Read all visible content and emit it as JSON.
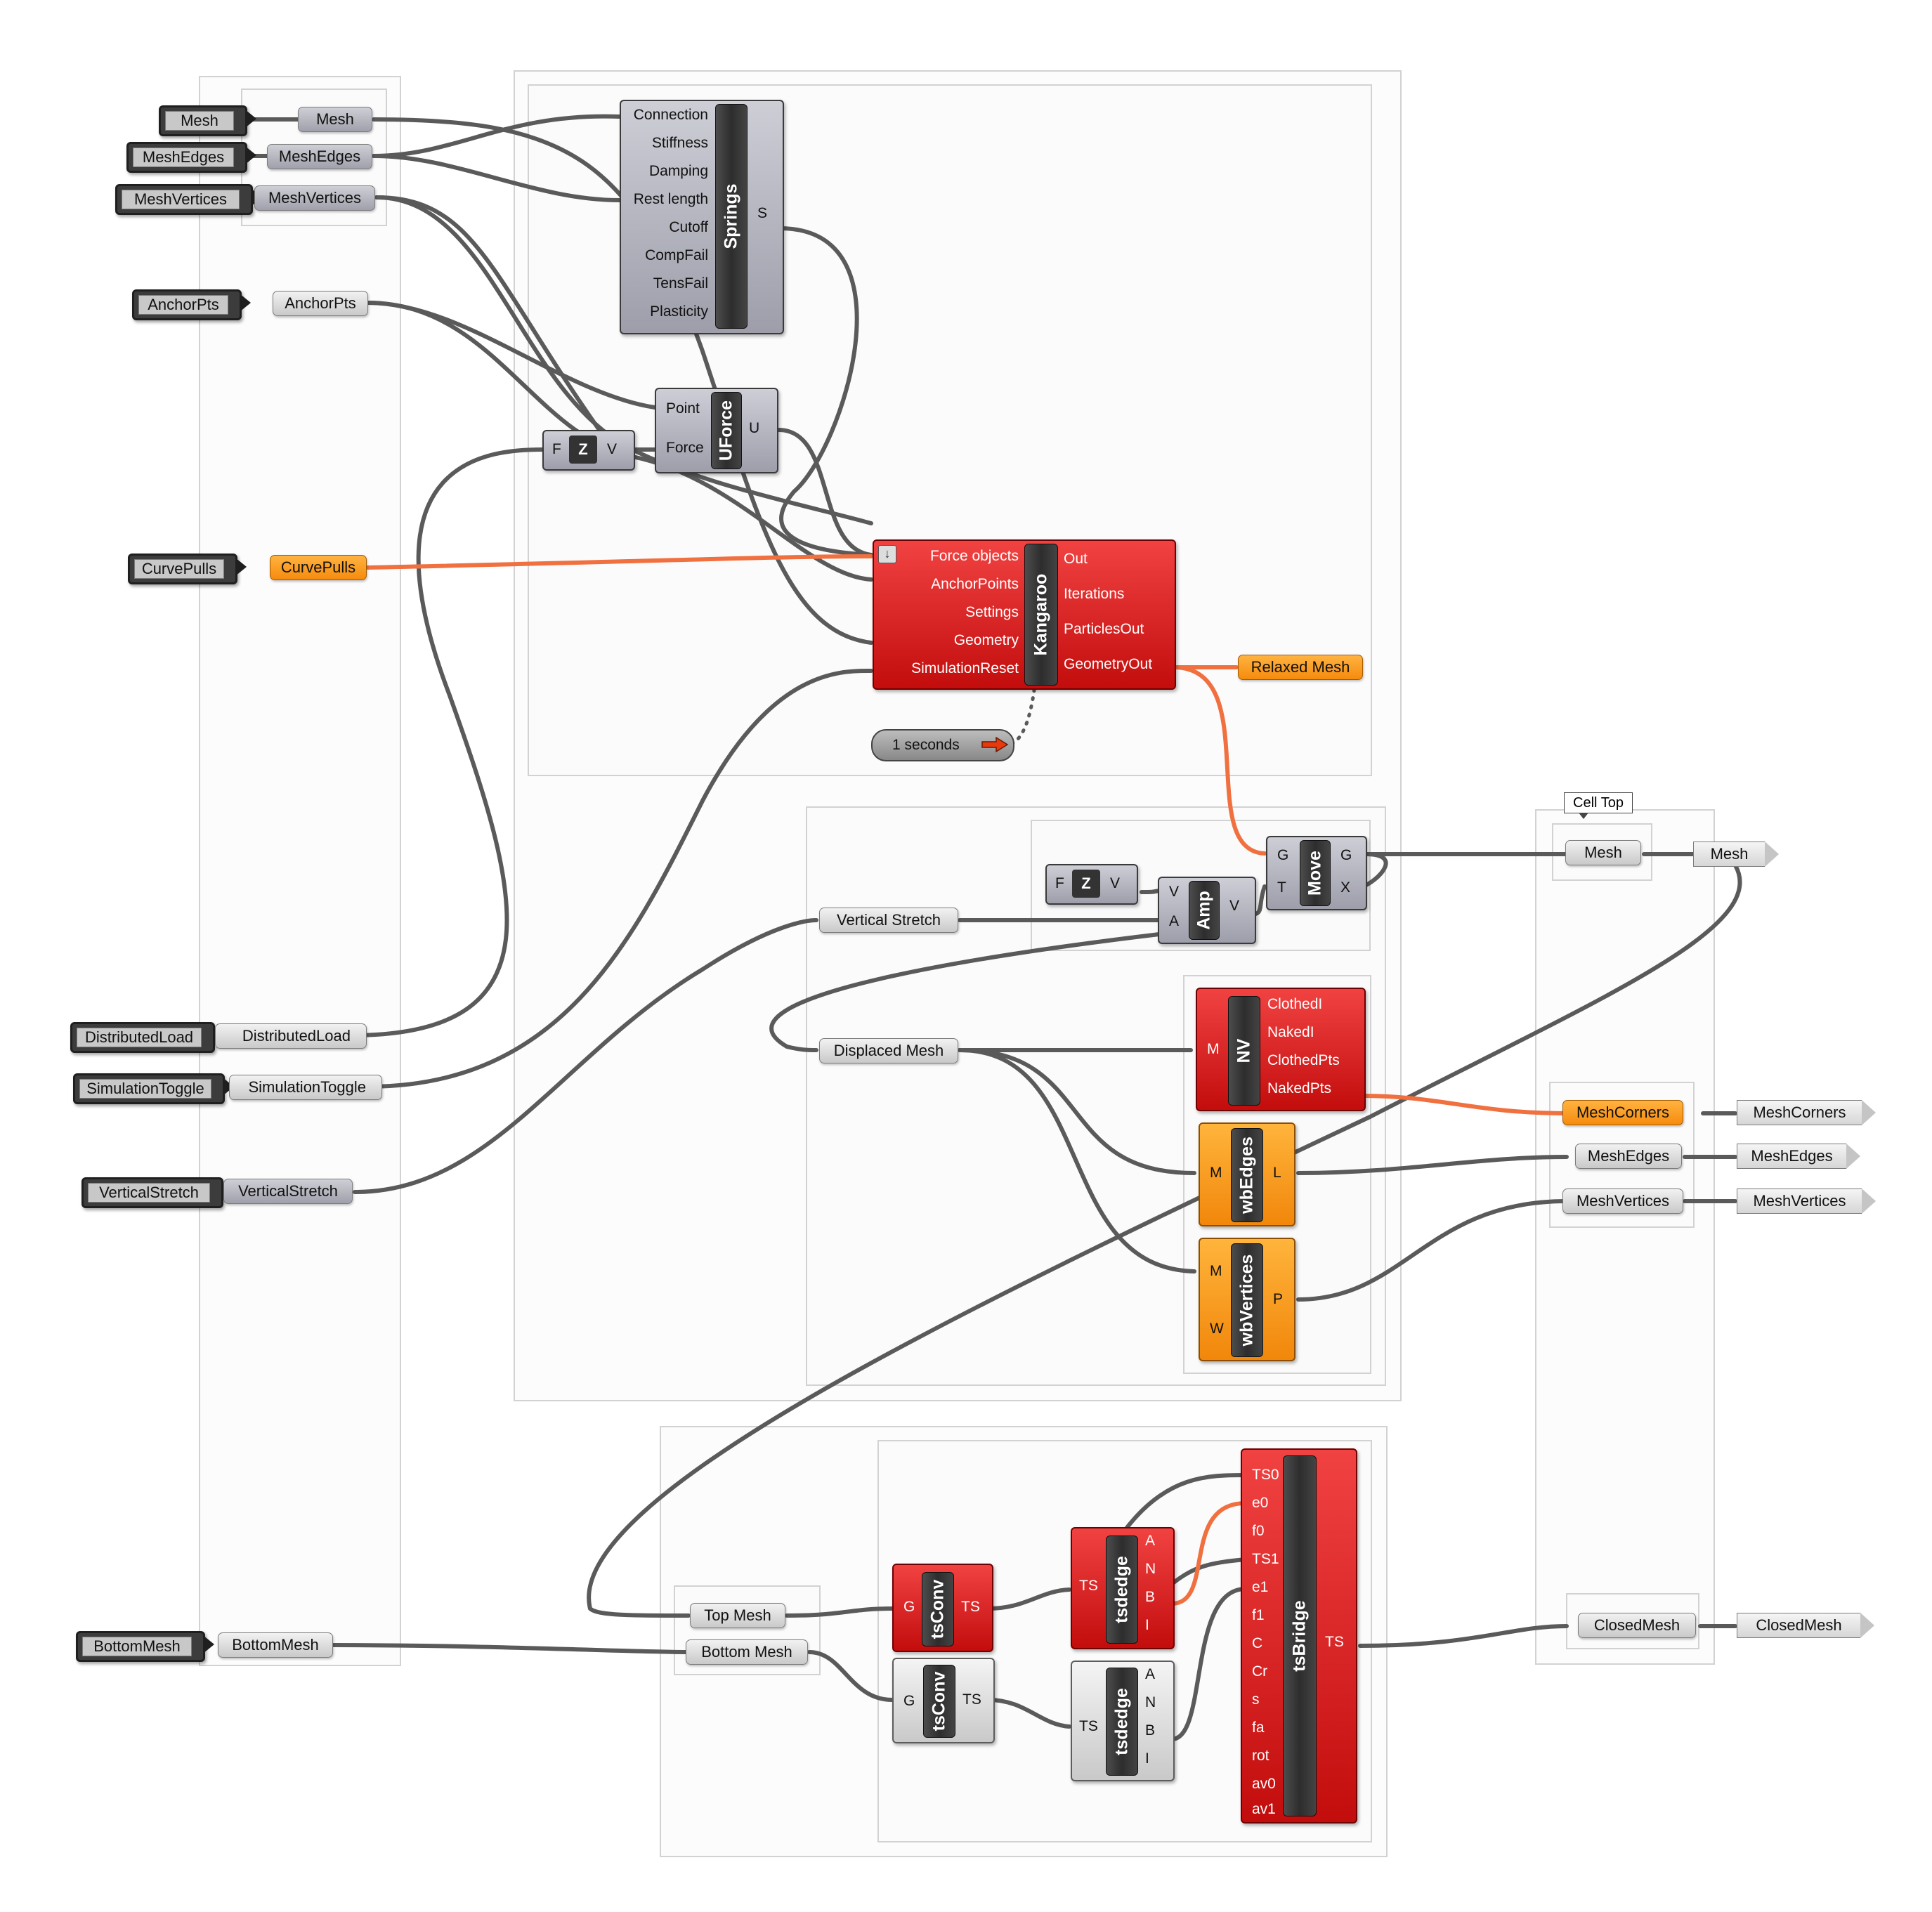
{
  "inputs": {
    "mesh": "Mesh",
    "mesh_edges": "MeshEdges",
    "mesh_vertices": "MeshVertices",
    "anchor_pts": "AnchorPts",
    "curve_pulls": "CurvePulls",
    "distributed_load": "DistributedLoad",
    "simulation_toggle": "SimulationToggle",
    "vertical_stretch": "VerticalStretch",
    "bottom_mesh": "BottomMesh"
  },
  "params": {
    "mesh": "Mesh",
    "mesh_edges": "MeshEdges",
    "mesh_vertices": "MeshVertices",
    "anchor_pts": "AnchorPts",
    "curve_pulls": "CurvePulls",
    "distributed_load": "DistributedLoad",
    "simulation_toggle": "SimulationToggle",
    "vertical_stretch": "VerticalStretch",
    "bottom_mesh": "BottomMesh",
    "relaxed_mesh": "Relaxed Mesh",
    "vertical_stretch_2": "Vertical Stretch",
    "displaced_mesh": "Displaced Mesh",
    "top_mesh": "Top Mesh",
    "bottom_mesh_2": "Bottom Mesh",
    "cell_mesh": "Mesh",
    "mesh_corners": "MeshCorners",
    "cell_mesh_edges": "MeshEdges",
    "cell_mesh_vertices": "MeshVertices",
    "closed_mesh": "ClosedMesh"
  },
  "outputs": {
    "mesh": "Mesh",
    "mesh_corners": "MeshCorners",
    "mesh_edges": "MeshEdges",
    "mesh_vertices": "MeshVertices",
    "closed_mesh": "ClosedMesh"
  },
  "cell_top_label": "Cell Top",
  "springs": {
    "name": "Springs",
    "inputs": [
      "Connection",
      "Stiffness",
      "Damping",
      "Rest length",
      "Cutoff",
      "CompFail",
      "TensFail",
      "Plasticity"
    ],
    "output": "S"
  },
  "uforce": {
    "name": "UForce",
    "inputs": [
      "Point",
      "Force"
    ],
    "output": "U"
  },
  "unitz_1": {
    "name": "Z",
    "input": "F",
    "output": "V"
  },
  "unitz_2": {
    "name": "Z",
    "input": "F",
    "output": "V"
  },
  "kangaroo": {
    "name": "Kangaroo",
    "inputs": [
      "Force objects",
      "AnchorPoints",
      "Settings",
      "Geometry",
      "SimulationReset"
    ],
    "outputs": [
      "Out",
      "Iterations",
      "ParticlesOut",
      "GeometryOut"
    ]
  },
  "timer": {
    "label": "1 seconds"
  },
  "amp": {
    "name": "Amp",
    "inputs": [
      "V",
      "A"
    ],
    "output": "V"
  },
  "move": {
    "name": "Move",
    "inputs": [
      "G",
      "T"
    ],
    "outputs": [
      "G",
      "X"
    ]
  },
  "nv": {
    "name": "NV",
    "input": "M",
    "outputs": [
      "ClothedI",
      "NakedI",
      "ClothedPts",
      "NakedPts"
    ]
  },
  "wbedges": {
    "name": "wbEdges",
    "input": "M",
    "output": "L"
  },
  "wbvertices": {
    "name": "wbVertices",
    "inputs": [
      "M",
      "W"
    ],
    "output": "P"
  },
  "tsconv_1": {
    "name": "tsConv",
    "input": "G",
    "output": "TS"
  },
  "tsconv_2": {
    "name": "tsConv",
    "input": "G",
    "output": "TS"
  },
  "tsdedge_1": {
    "name": "tsdedge",
    "input": "TS",
    "outputs": [
      "A",
      "N",
      "B",
      "I"
    ]
  },
  "tsdedge_2": {
    "name": "tsdedge",
    "input": "TS",
    "outputs": [
      "A",
      "N",
      "B",
      "I"
    ]
  },
  "tsbridge": {
    "name": "tsBridge",
    "inputs": [
      "TS0",
      "e0",
      "f0",
      "TS1",
      "e1",
      "f1",
      "C",
      "Cr",
      "s",
      "fa",
      "rot",
      "av0",
      "av1"
    ],
    "output": "TS"
  },
  "colors": {
    "wire": "#5a5a5a",
    "wire_selected": "#f07040",
    "red_component": "#d41a1a",
    "orange_component": "#f6900f",
    "gray_component": "#a9aab5"
  }
}
